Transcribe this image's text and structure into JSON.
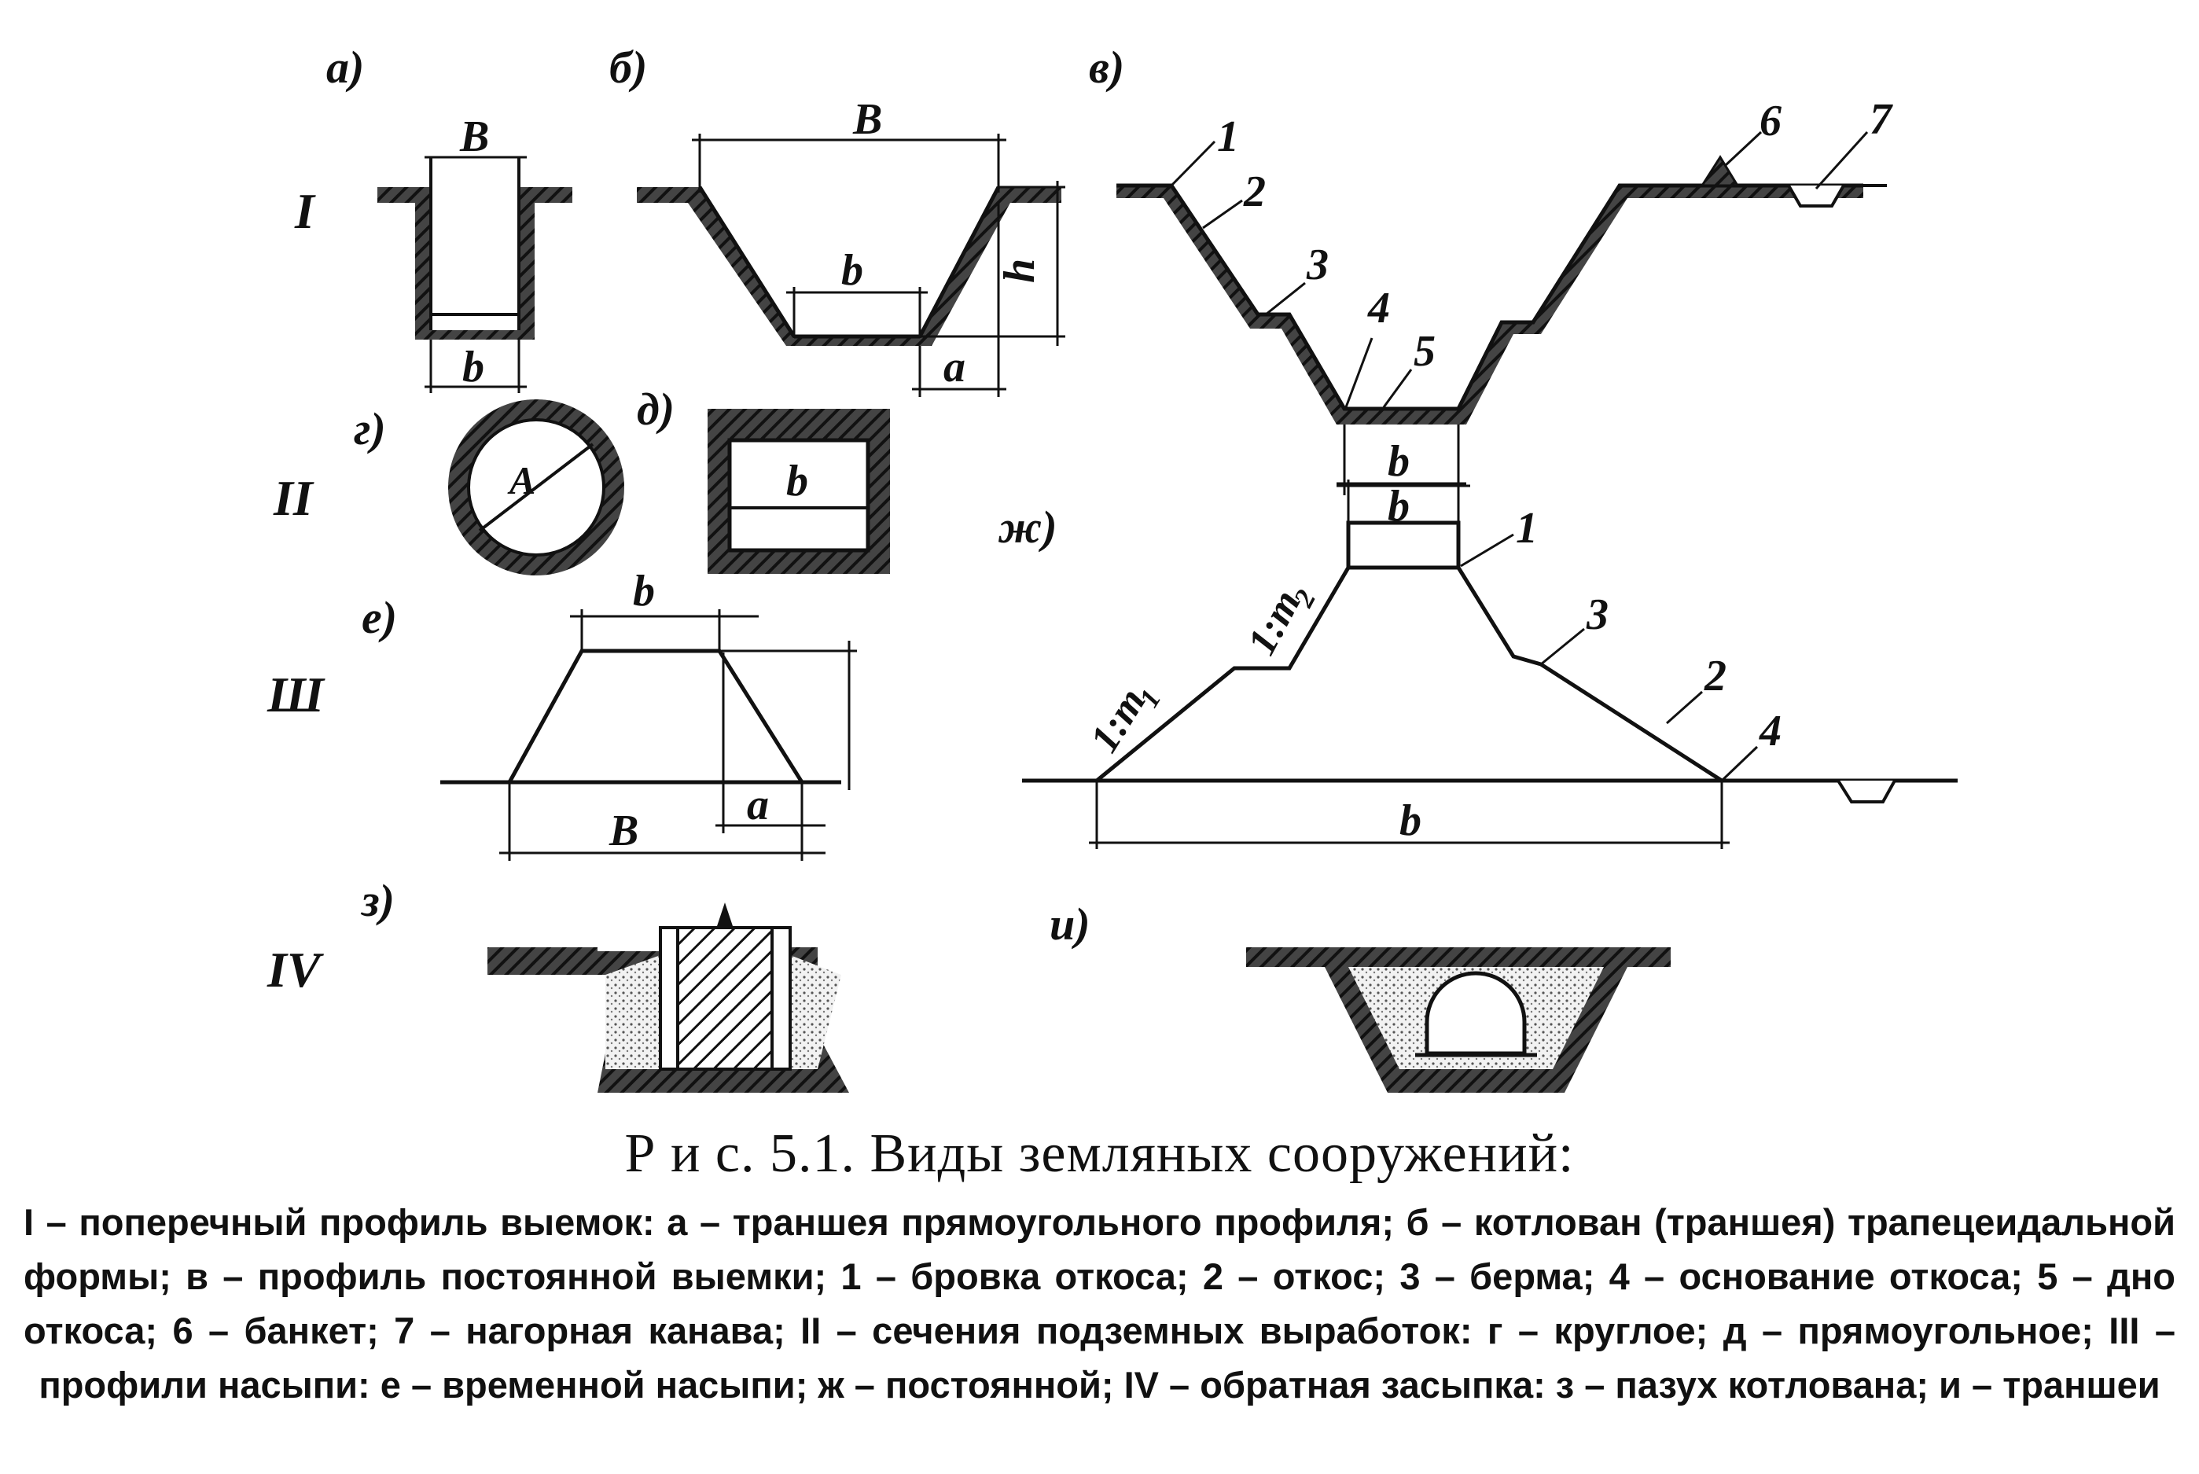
{
  "figure": {
    "panels": {
      "a": "а)",
      "b": "б)",
      "v": "в)",
      "g": "г)",
      "d": "д)",
      "zh": "ж)",
      "e": "е)",
      "z": "з)",
      "i": "и)"
    },
    "rows": {
      "r1": "I",
      "r2": "II",
      "r3": "Ш",
      "r4": "IV"
    },
    "dims": {
      "B": "B",
      "b": "b",
      "h": "h",
      "a": "a",
      "A": "A",
      "m1": "1:m",
      "m1_sub": "1",
      "m2": "1:m",
      "m2_sub": "2"
    },
    "numbers": {
      "n1": "1",
      "n2": "2",
      "n3": "3",
      "n4": "4",
      "n5": "5",
      "n6": "6",
      "n7": "7"
    }
  },
  "caption": {
    "title": "Р и с. 5.1. Виды земляных сооружений:",
    "text": "I – поперечный профиль выемок: а – траншея прямоугольного профиля; б – котлован (траншея) трапецеидальной формы; в – профиль постоянной выемки; 1 – бровка откоса; 2 – откос; 3 – берма; 4 – основание откоса; 5 – дно откоса; 6 – банкет; 7 – нагорная канава; II – сечения подземных выработок: г – круглое; д – прямоугольное; III – профили насыпи: е – временной насыпи; ж – постоянной; IV – обратная засыпка: з – пазух котлована; и – траншеи"
  },
  "colors": {
    "ink": "#111111",
    "paper": "#ffffff",
    "fill": "#e6e6e6"
  }
}
